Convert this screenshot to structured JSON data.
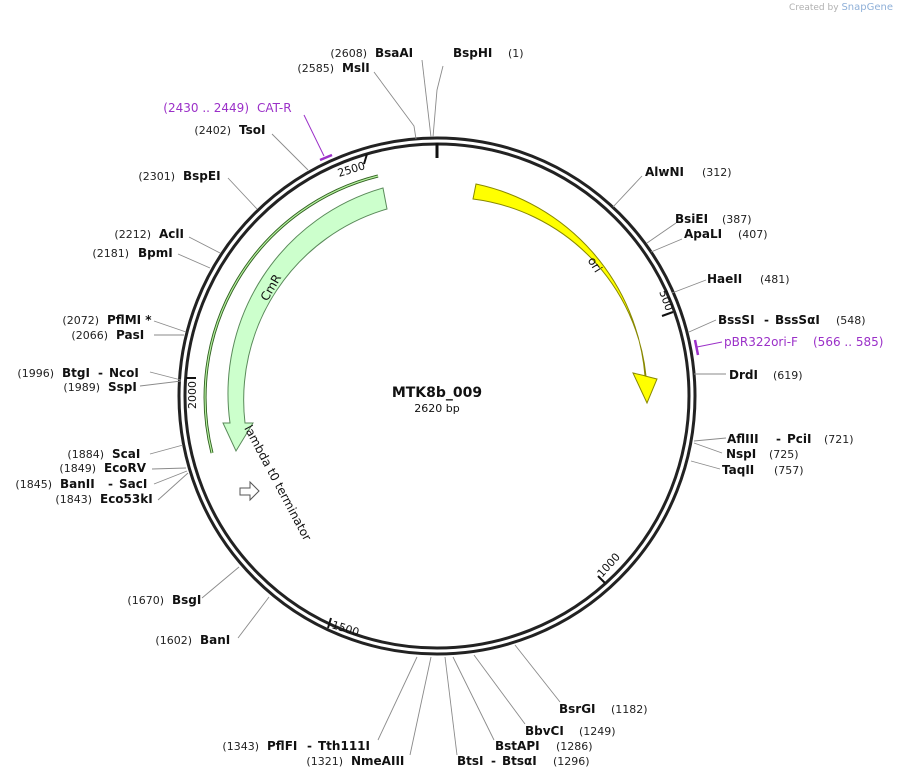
{
  "credit": {
    "prefix": "Created by",
    "brand": "SnapGene"
  },
  "plasmid": {
    "name": "MTK8b_009",
    "length_label": "2620 bp",
    "length": 2620
  },
  "ticks": [
    "500",
    "1000",
    "1500",
    "2000",
    "2500"
  ],
  "features": [
    {
      "name": "ori",
      "color": "#ffff00",
      "stroke": "#888800"
    },
    {
      "name": "CmR",
      "color": "#ccffcc",
      "stroke": "#5a8a5a"
    },
    {
      "name": "lambda t0 terminator",
      "color": "#ffffff",
      "stroke": "#555555"
    }
  ],
  "primers": [
    {
      "name": "CAT-R",
      "range": "(2430 .. 2449)",
      "color": "#9b30c8"
    },
    {
      "name": "pBR322ori-F",
      "range": "(566 .. 585)",
      "color": "#9b30c8"
    }
  ],
  "sites": [
    {
      "name": "BspHI",
      "pos": "(1)"
    },
    {
      "name": "BsaAI",
      "pos": "(2608)"
    },
    {
      "name": "MslI",
      "pos": "(2585)"
    },
    {
      "name": "TsoI",
      "pos": "(2402)"
    },
    {
      "name": "BspEI",
      "pos": "(2301)"
    },
    {
      "name": "AclI",
      "pos": "(2212)"
    },
    {
      "name": "BpmI",
      "pos": "(2181)"
    },
    {
      "name": "PflMI *",
      "pos": "(2072)"
    },
    {
      "name": "PasI",
      "pos": "(2066)"
    },
    {
      "name": "BtgI",
      "name2": "NcoI",
      "pos": "(1996)"
    },
    {
      "name": "SspI",
      "pos": "(1989)"
    },
    {
      "name": "ScaI",
      "pos": "(1884)"
    },
    {
      "name": "EcoRV",
      "pos": "(1849)"
    },
    {
      "name": "BanII",
      "name2": "SacI",
      "pos": "(1845)"
    },
    {
      "name": "Eco53kI",
      "pos": "(1843)"
    },
    {
      "name": "BsgI",
      "pos": "(1670)"
    },
    {
      "name": "BanI",
      "pos": "(1602)"
    },
    {
      "name": "PflFI",
      "name2": "Tth111I",
      "pos": "(1343)"
    },
    {
      "name": "NmeAIII",
      "pos": "(1321)"
    },
    {
      "name": "BtsI",
      "name2": "BtsαI",
      "pos": "(1296)"
    },
    {
      "name": "BstAPI",
      "pos": "(1286)"
    },
    {
      "name": "BbvCI",
      "pos": "(1249)"
    },
    {
      "name": "BsrGI",
      "pos": "(1182)"
    },
    {
      "name": "AlwNI",
      "pos": "(312)"
    },
    {
      "name": "BsiEI",
      "pos": "(387)"
    },
    {
      "name": "ApaLI",
      "pos": "(407)"
    },
    {
      "name": "HaeII",
      "pos": "(481)"
    },
    {
      "name": "BssSI",
      "name2": "BssSαI",
      "pos": "(548)"
    },
    {
      "name": "DrdI",
      "pos": "(619)"
    },
    {
      "name": "AflIII",
      "name2": "PciI",
      "pos": "(721)"
    },
    {
      "name": "NspI",
      "pos": "(725)"
    },
    {
      "name": "TaqII",
      "pos": "(757)"
    }
  ]
}
